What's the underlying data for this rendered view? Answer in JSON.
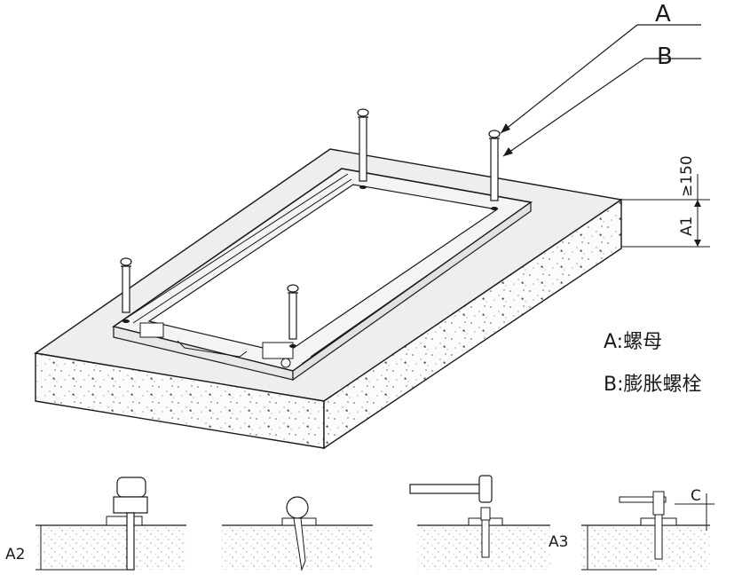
{
  "callouts": {
    "a_letter": "A",
    "b_letter": "B"
  },
  "dimension": {
    "label": "A1",
    "value": "≥150"
  },
  "legend": {
    "a": "A:螺母",
    "b": "B:膨胀螺栓"
  },
  "steps": {
    "a2": "A2",
    "a3": "A3",
    "c": "C"
  },
  "colors": {
    "line": "#1a1a1a",
    "frame_fill": "#f4f4f4",
    "concrete_top": "#eeeeee",
    "concrete_side": "#f7f7f7"
  }
}
